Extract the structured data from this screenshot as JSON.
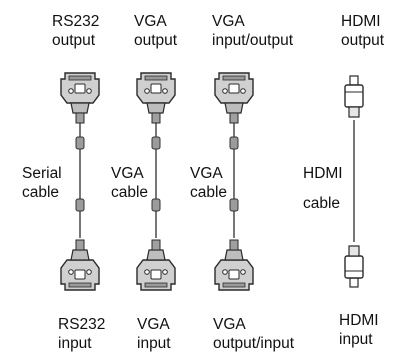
{
  "top_labels": {
    "rs232": [
      "RS232",
      "output"
    ],
    "vga": [
      "VGA",
      "output"
    ],
    "vga_io": [
      "VGA",
      "input/output"
    ],
    "hdmi": [
      "HDMI",
      "output"
    ]
  },
  "cable_labels": {
    "serial": [
      "Serial",
      "cable"
    ],
    "vga1": [
      "VGA",
      "cable"
    ],
    "vga2": [
      "VGA",
      "cable"
    ],
    "hdmi": [
      "HDMI",
      "cable"
    ]
  },
  "bottom_labels": {
    "rs232": [
      "RS232",
      "input"
    ],
    "vga": [
      "VGA",
      "input"
    ],
    "vga_io": [
      "VGA",
      "output/input"
    ],
    "hdmi": [
      "HDMI",
      "input"
    ]
  },
  "colors": {
    "connector_fill": "#d0d0d0",
    "connector_stroke": "#2a2a2a",
    "cable": "#777777"
  }
}
